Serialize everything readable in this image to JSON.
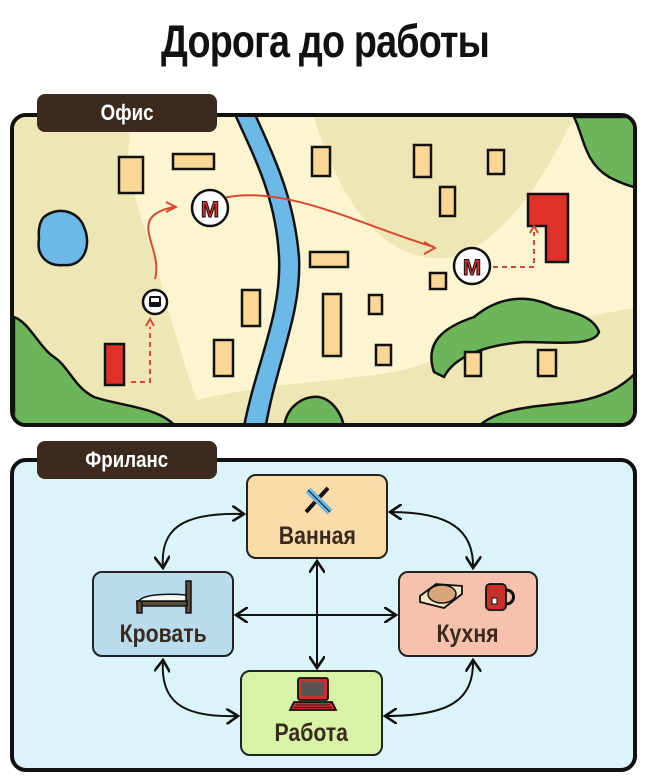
{
  "title": "Дорога до работы",
  "office": {
    "label": "Офис",
    "metro_icon_letter": "М",
    "icons": [
      "bus-stop-icon",
      "metro-icon",
      "metro-icon"
    ],
    "route": [
      "home",
      "bus-stop",
      "metro",
      "metro",
      "office"
    ]
  },
  "freelance": {
    "label": "Фриланс",
    "nodes": [
      {
        "id": "bath",
        "label": "Ванная",
        "icon": "toothbrush-toothpaste-icon",
        "color": "#fbdca8"
      },
      {
        "id": "bed",
        "label": "Кровать",
        "icon": "bed-icon",
        "color": "#b9ddee"
      },
      {
        "id": "kitchen",
        "label": "Кухня",
        "icon": "sandwich-mug-icon",
        "color": "#f7c2ad"
      },
      {
        "id": "work",
        "label": "Работа",
        "icon": "laptop-icon",
        "color": "#d7f4a6"
      }
    ],
    "edges": [
      [
        "bed",
        "bath"
      ],
      [
        "bath",
        "kitchen"
      ],
      [
        "bed",
        "work"
      ],
      [
        "kitchen",
        "work"
      ],
      [
        "bed",
        "kitchen"
      ],
      [
        "bath",
        "work"
      ]
    ]
  },
  "colors": {
    "tag_bg": "#3c2a1e",
    "map_light": "#fdf5cf",
    "map_dark": "#efe6b6",
    "river": "#6cb8e6",
    "forest": "#6db55a",
    "building": "#fbd795",
    "target": "#e0302a",
    "route": "#d64a32",
    "freelance_bg": "#dbf4f9"
  }
}
